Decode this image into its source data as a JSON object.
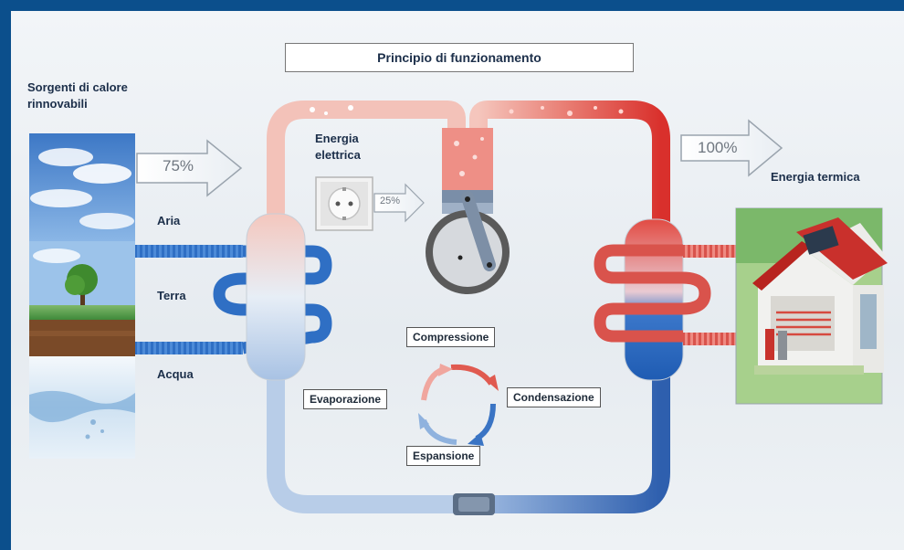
{
  "title": "Principio di funzionamento",
  "sources": {
    "heading_line1": "Sorgenti di calore",
    "heading_line2": "rinnovabili",
    "items": [
      "Aria",
      "Terra",
      "Acqua"
    ],
    "input_percent": "75%"
  },
  "electric": {
    "label_line1": "Energia",
    "label_line2": "elettrica",
    "percent": "25%"
  },
  "output": {
    "percent": "100%",
    "label": "Energia termica"
  },
  "cycle": {
    "compression": "Compressione",
    "condensation": "Condensazione",
    "expansion": "Espansione",
    "evaporation": "Evaporazione"
  },
  "colors": {
    "frame": "#0b4f8c",
    "hot": "#d9302c",
    "cold": "#2f6fc4",
    "warm_pink": "#f0b0a8"
  }
}
